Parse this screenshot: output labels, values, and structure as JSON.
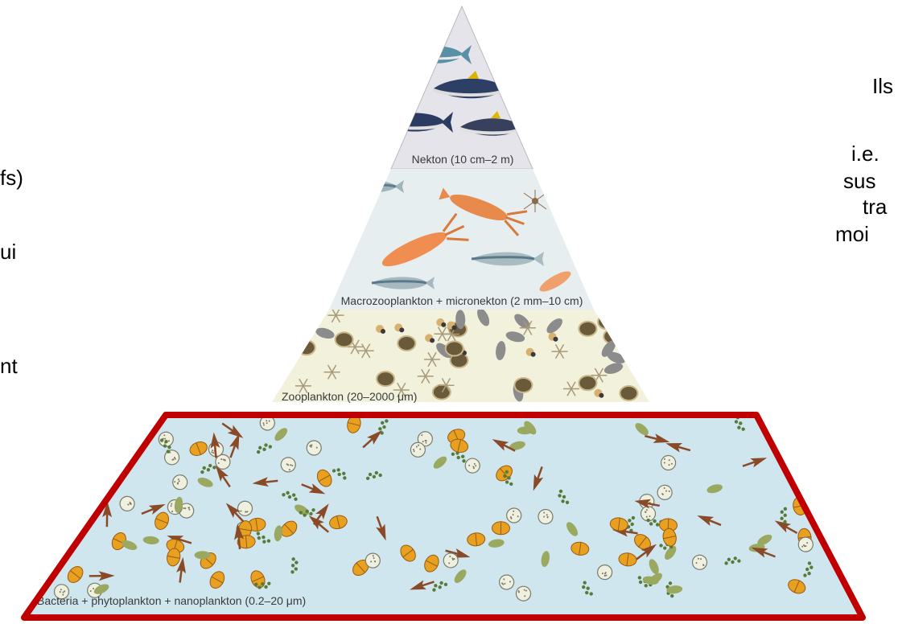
{
  "left_fragments": [
    "fs)",
    "ui",
    "nt"
  ],
  "right_fragments": [
    "Ils",
    "i.e.",
    "sus",
    "tra",
    "moi"
  ],
  "tiers": [
    {
      "label": "Nekton (10 cm–2 m)",
      "color": "#e4e4ea"
    },
    {
      "label": "Macrozooplankton + micronekton (2 mm–10 cm)",
      "color": "#e7eef0"
    },
    {
      "label": "Zooplankton (20–2000 μm)",
      "color": "#f1f1dc"
    },
    {
      "label": "Bacteria + phytoplankton + nanoplankton (0.2–20 μm)",
      "color": "#cfe6ee"
    }
  ],
  "highlight_color": "#c00000",
  "organisms": [
    {
      "tier": 0,
      "kind": "fish",
      "name": "tuna-icon"
    },
    {
      "tier": 1,
      "kind": "squid",
      "name": "squid-icon"
    },
    {
      "tier": 1,
      "kind": "fish",
      "name": "sardine-icon"
    },
    {
      "tier": 2,
      "kind": "copepod",
      "name": "copepod-icon"
    },
    {
      "tier": 3,
      "kind": "dinoflagellate",
      "name": "dinoflagellate-icon"
    },
    {
      "tier": 3,
      "kind": "diatom",
      "name": "diatom-icon"
    }
  ]
}
